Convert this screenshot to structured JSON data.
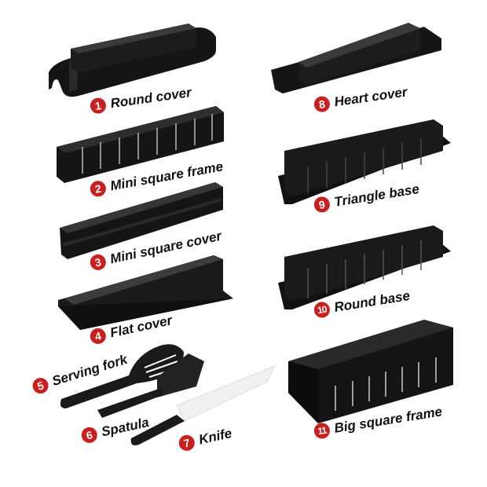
{
  "colors": {
    "badge": "#c8201e",
    "product": "#151515",
    "product_highlight": "#3a3a3a",
    "label_text": "#111111",
    "background": "#ffffff"
  },
  "items": [
    {
      "number": "1",
      "label": "Round cover"
    },
    {
      "number": "2",
      "label": "Mini square frame"
    },
    {
      "number": "3",
      "label": "Mini square cover"
    },
    {
      "number": "4",
      "label": "Flat cover"
    },
    {
      "number": "5",
      "label": "Serving fork"
    },
    {
      "number": "6",
      "label": "Spatula"
    },
    {
      "number": "7",
      "label": "Knife"
    },
    {
      "number": "8",
      "label": "Heart cover"
    },
    {
      "number": "9",
      "label": "Triangle base"
    },
    {
      "number": "10",
      "label": "Round base"
    },
    {
      "number": "11",
      "label": "Big square frame"
    }
  ]
}
